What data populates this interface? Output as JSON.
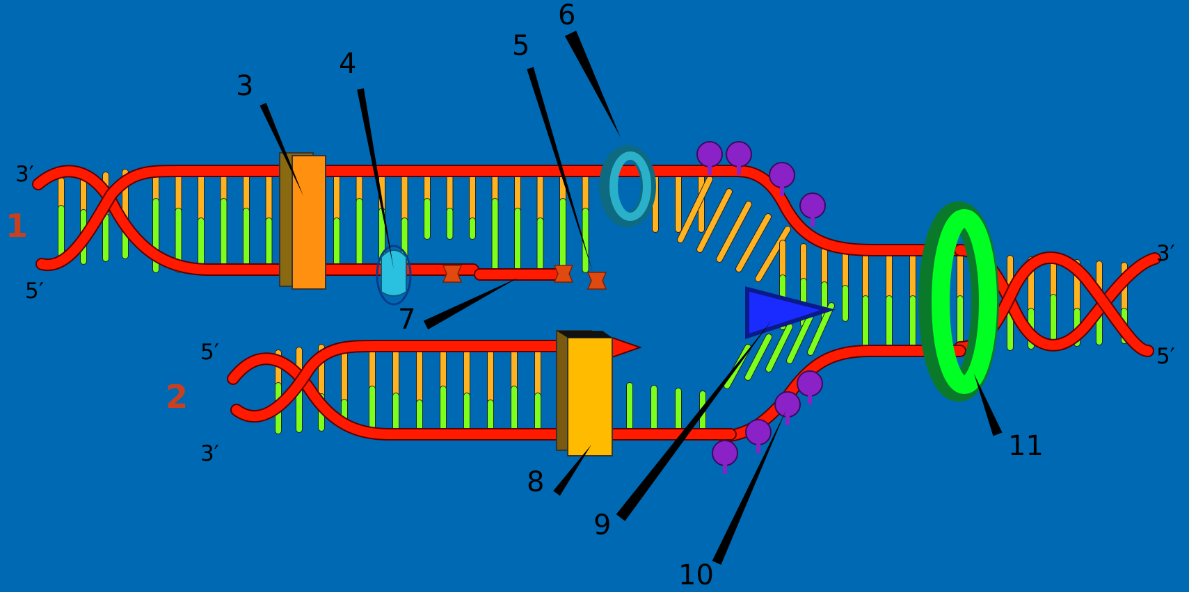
{
  "diagram": {
    "background": "#0069b4",
    "colors": {
      "backbone": "#ff1a00",
      "backbone_dark": "#b00000",
      "base_green": "#7cff1a",
      "base_orange": "#ffb320",
      "helicase": "#00ff22",
      "clamp": "#2ab0c8",
      "primase": "#1a2bff",
      "ssb": "#8a22c8",
      "polymerase_lagging": "#ff9010",
      "polymerase_leading": "#ffbb00",
      "rna_primer": "#e04a10",
      "ligase": "#2ac0e0"
    },
    "strand_labels": {
      "strand1": "1",
      "strand2": "2"
    },
    "end_labels": {
      "s1_left_top": "3′",
      "s1_left_bottom": "5′",
      "s2_left_top": "5′",
      "s2_left_bottom": "3′",
      "right_top": "3′",
      "right_bottom": "5′"
    },
    "callouts": [
      "3",
      "4",
      "5",
      "6",
      "7",
      "8",
      "9",
      "10",
      "11"
    ]
  }
}
